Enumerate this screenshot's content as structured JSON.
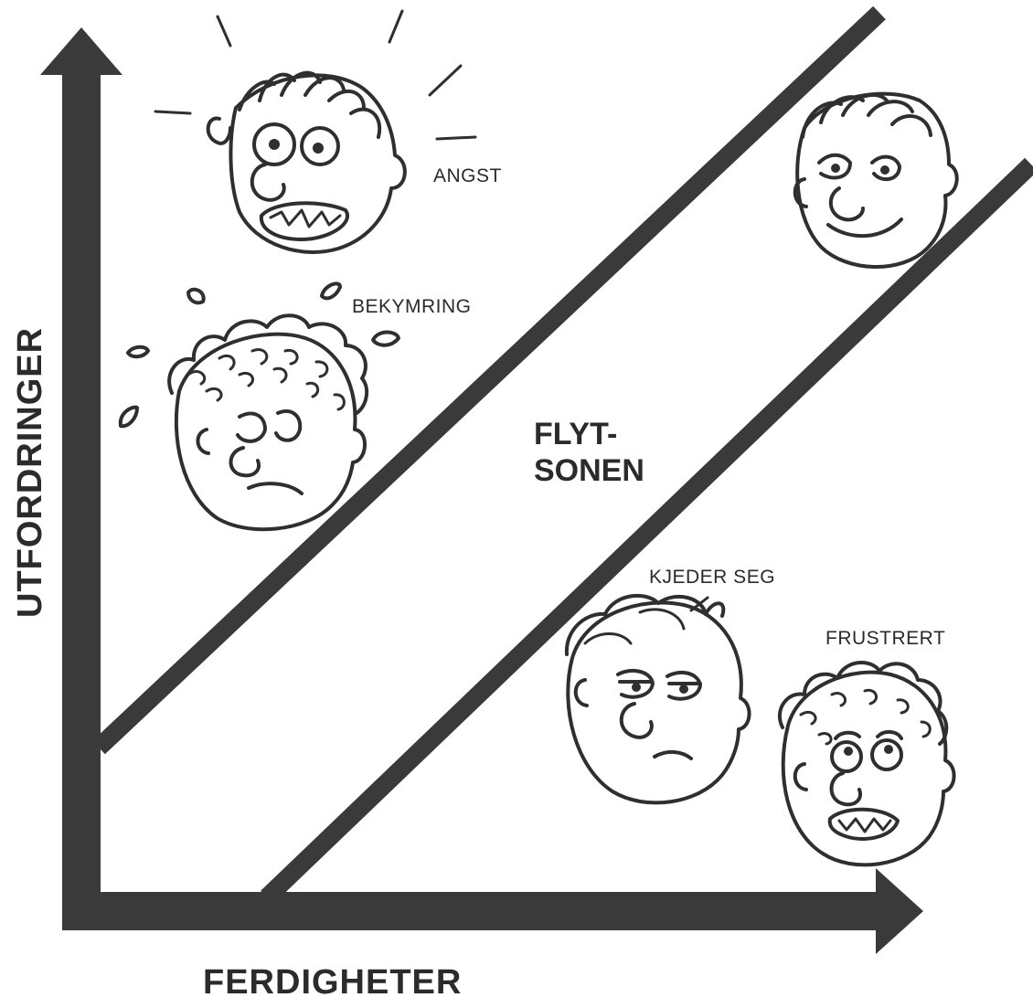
{
  "labels": {
    "y_axis": "UTFORDRINGER",
    "x_axis": "FERDIGHETER",
    "zone_line1": "FLYT-",
    "zone_line2": "SONEN",
    "anxiety": "ANGST",
    "worry": "BEKYMRING",
    "boredom": "KJEDER SEG",
    "frustrated": "FRUSTRERT"
  },
  "colors": {
    "ink": "#2f2f2f",
    "axis": "#3a3a3a",
    "background": "#ffffff"
  }
}
